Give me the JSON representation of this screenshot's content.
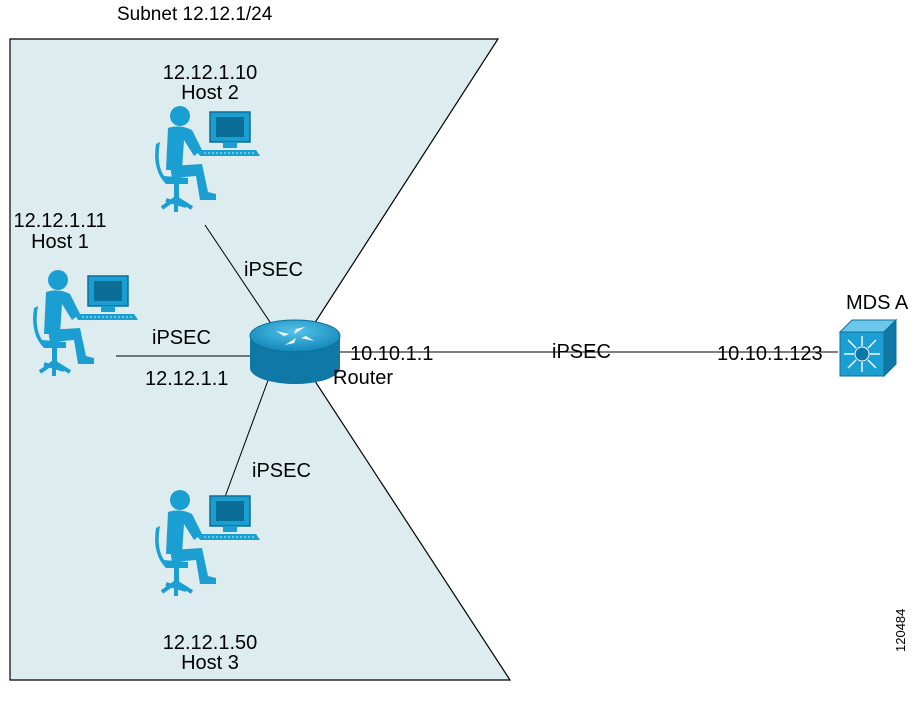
{
  "subnet": {
    "label": "Subnet 12.12.1/24",
    "fill": "#dcecef"
  },
  "hosts": [
    {
      "name": "Host 1",
      "ip": "12.12.1.11"
    },
    {
      "name": "Host 2",
      "ip": "12.12.1.10"
    },
    {
      "name": "Host 3",
      "ip": "12.12.1.50"
    }
  ],
  "router": {
    "label": "Router",
    "inside_ip": "12.12.1.1",
    "outside_ip": "10.10.1.1"
  },
  "switch": {
    "label": "MDS A",
    "ip": "10.10.1.123"
  },
  "links": {
    "host1": "iPSEC",
    "host2": "iPSEC",
    "host3": "iPSEC",
    "mds": "iPSEC"
  },
  "colors": {
    "device": "#1b9fd2",
    "device_dark": "#0b6f98",
    "line": "#000000"
  },
  "figure_id": "120484",
  "icons": {
    "host": "user-at-computer-icon",
    "router": "router-icon",
    "switch": "mds-switch-icon"
  }
}
